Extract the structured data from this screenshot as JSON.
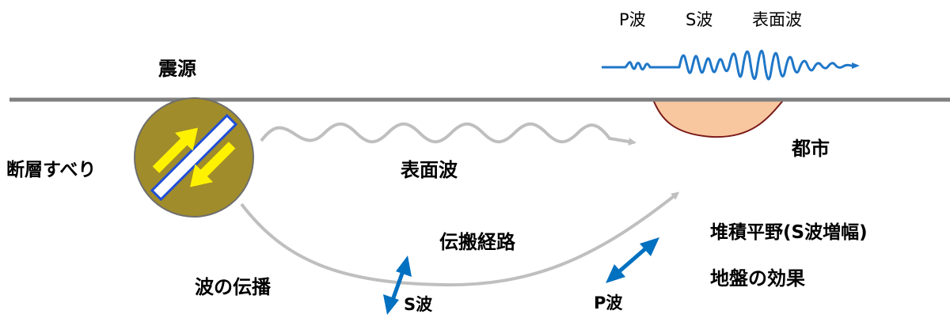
{
  "labels": {
    "hypocenter": "震源",
    "fault_slip": "断層すべり",
    "surface_wave_path": "表面波",
    "propagation_path": "伝搬経路",
    "wave_propagation": "波の伝播",
    "s_wave_motion": "S波",
    "p_wave_motion": "P波",
    "city": "都市",
    "sedimentary_plain": "堆積平野(S波増幅)",
    "ground_effect": "地盤の効果",
    "seismogram_p": "P波",
    "seismogram_s": "S波",
    "seismogram_surface": "表面波"
  },
  "colors": {
    "ground_line": "#808080",
    "fault_circle": "#A08C2A",
    "slip_arrow": "#FFF200",
    "fault_plane_border": "#1F4ED8",
    "wave_gray": "#BFBFBF",
    "motion_arrow": "#0070C0",
    "seismogram": "#1F77C8",
    "basin_fill": "#F8C79F",
    "basin_border": "#7A1A1A"
  }
}
